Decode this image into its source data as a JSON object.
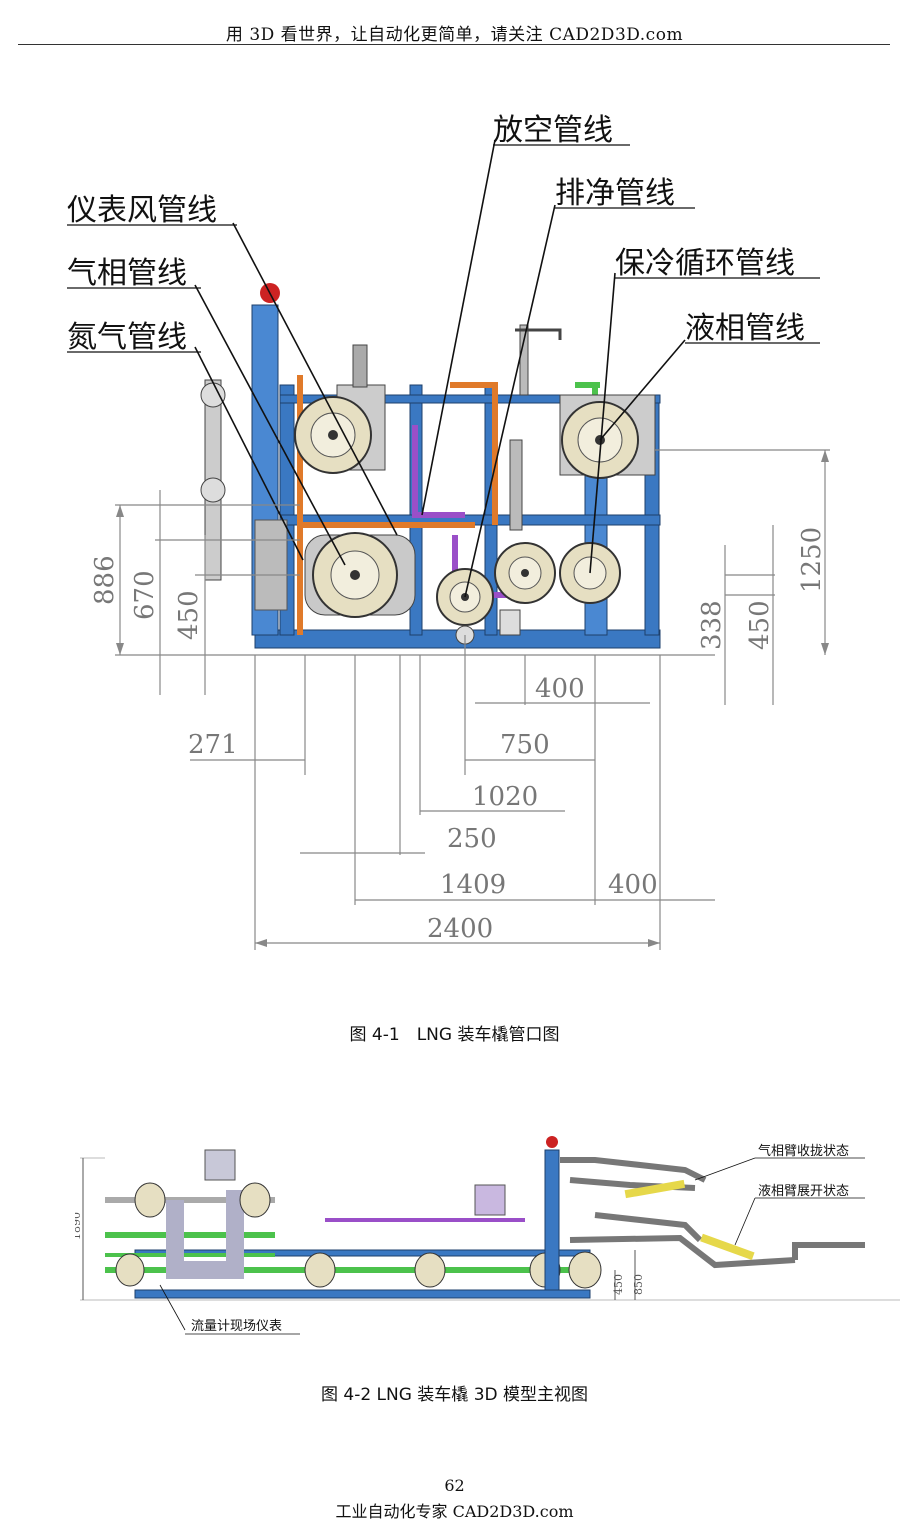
{
  "header": {
    "text": "用 3D 看世界，让自动化更简单，请关注 CAD2D3D.com"
  },
  "figure1": {
    "callouts": [
      "放空管线",
      "仪表风管线",
      "排净管线",
      "气相管线",
      "保冷循环管线",
      "氮气管线",
      "液相管线"
    ],
    "left_dims": [
      "886",
      "670",
      "450"
    ],
    "right_dims": [
      "1250",
      "338",
      "450"
    ],
    "bottom_dims": [
      "400",
      "271",
      "750",
      "1020",
      "250",
      "1409",
      "400",
      "2400"
    ],
    "caption": "图 4-1　LNG 装车橇管口图"
  },
  "figure2": {
    "labels": [
      "气相臂收拢状态",
      "液相臂展开状态",
      "流量计现场仪表"
    ],
    "dims": [
      "1890",
      "450",
      "850"
    ],
    "caption": "图 4-2 LNG 装车橇 3D 模型主视图"
  },
  "page_number": "62",
  "footer": {
    "text": "工业自动化专家  CAD2D3D.com"
  },
  "colors": {
    "frame_blue": "#3a78c2",
    "pipe_orange": "#e07a2a",
    "pipe_purple": "#9a4fc8",
    "pipe_green": "#4cc24c",
    "pump_beige": "#e6dfc2",
    "dim_gray": "#777777"
  }
}
